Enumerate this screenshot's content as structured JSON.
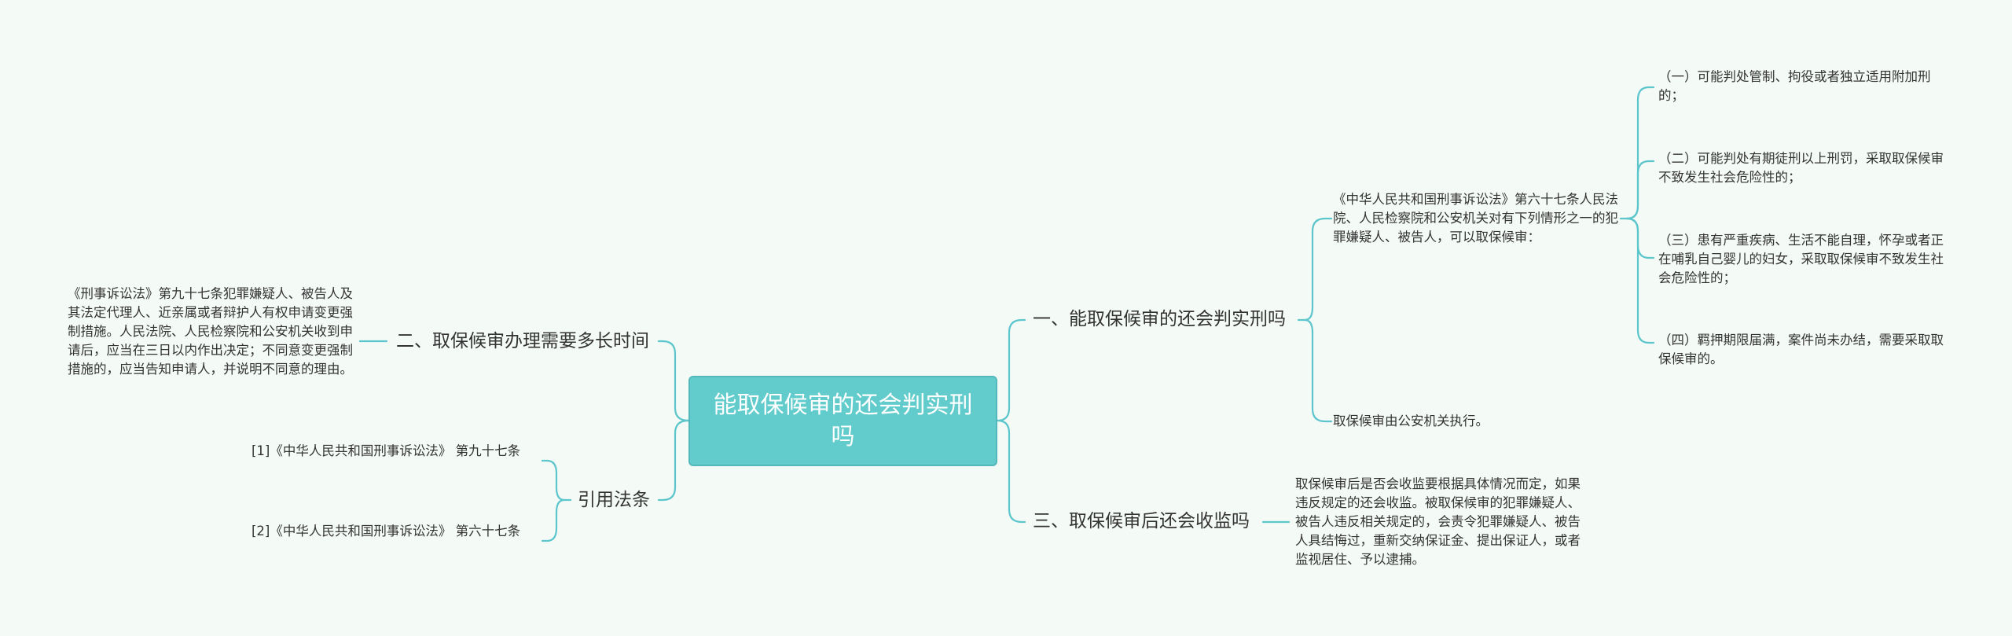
{
  "root": {
    "title": "能取保候审的还会判实刑吗"
  },
  "right": {
    "branch1": {
      "label": "一、能取保候审的还会判实刑吗",
      "law_text": "《中华人民共和国刑事诉讼法》第六十七条人民法院、人民检察院和公安机关对有下列情形之一的犯罪嫌疑人、被告人，可以取保候审：",
      "conditions": [
        "（一）可能判处管制、拘役或者独立适用附加刑的；",
        "（二）可能判处有期徒刑以上刑罚，采取取保候审不致发生社会危险性的；",
        "（三）患有严重疾病、生活不能自理，怀孕或者正在哺乳自己婴儿的妇女，采取取保候审不致发生社会危险性的；",
        "（四）羁押期限届满，案件尚未办结，需要采取取保候审的。"
      ],
      "execution": "取保候审由公安机关执行。"
    },
    "branch3": {
      "label": "三、取保候审后还会收监吗",
      "text": "取保候审后是否会收监要根据具体情况而定，如果违反规定的还会收监。被取保候审的犯罪嫌疑人、被告人违反相关规定的，会责令犯罪嫌疑人、被告人具结悔过，重新交纳保证金、提出保证人，或者监视居住、予以逮捕。"
    }
  },
  "left": {
    "branch2": {
      "label": "二、取保候审办理需要多长时间",
      "text": "《刑事诉讼法》第九十七条犯罪嫌疑人、被告人及其法定代理人、近亲属或者辩护人有权申请变更强制措施。人民法院、人民检察院和公安机关收到申请后，应当在三日以内作出决定；不同意变更强制措施的，应当告知申请人，并说明不同意的理由。"
    },
    "citations": {
      "label": "引用法条",
      "items": [
        "[1]《中华人民共和国刑事诉讼法》 第九十七条",
        "[2]《中华人民共和国刑事诉讼法》 第六十七条"
      ]
    }
  }
}
